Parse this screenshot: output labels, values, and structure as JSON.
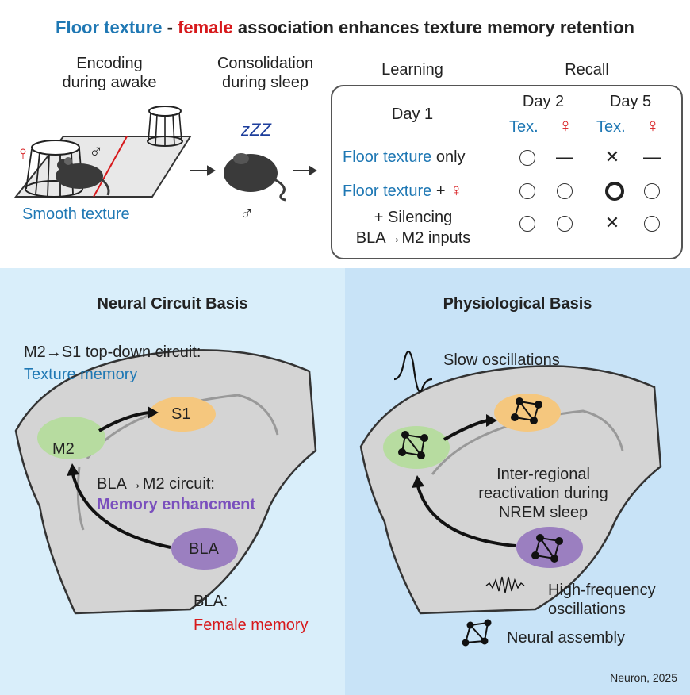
{
  "title": {
    "part1": "Floor texture",
    "sep": " - ",
    "part2": "female",
    "part3": " association enhances texture memory retention"
  },
  "top": {
    "encoding": "Encoding\nduring awake",
    "consolidation": "Consolidation\nduring sleep",
    "female_symbol": "♀",
    "male_symbol": "♂",
    "smooth_texture": "Smooth texture",
    "zzz": "zZZ"
  },
  "table": {
    "learning": "Learning",
    "recall": "Recall",
    "day1": "Day 1",
    "day2": "Day 2",
    "day5": "Day 5",
    "tex": "Tex.",
    "female": "♀",
    "row1": {
      "blue": "Floor texture",
      "rest": " only"
    },
    "row2": {
      "blue": "Floor texture",
      "rest": " + ",
      "red": "♀"
    },
    "row3": {
      "line1": "+ Silencing",
      "line2": "BLA→M2 inputs"
    },
    "marks": [
      [
        "circle",
        "dash",
        "cross",
        "dash"
      ],
      [
        "circle",
        "circle",
        "bold-circle",
        "circle"
      ],
      [
        "circle",
        "circle",
        "cross",
        "circle"
      ]
    ],
    "dash": "—",
    "cross": "✕"
  },
  "left": {
    "title": "Neural Circuit Basis",
    "circuit1": "M2→S1 top-down circuit:",
    "circuit1_sub": "Texture memory",
    "m2": "M2",
    "s1": "S1",
    "circuit2": "BLA→M2 circuit:",
    "circuit2_sub": "Memory enhancment",
    "bla": "BLA",
    "bla_label": "BLA:",
    "bla_sub": "Female memory"
  },
  "right": {
    "title": "Physiological Basis",
    "slow": "Slow oscillations",
    "reactivation": "Inter-regional\nreactivation during\nNREM sleep",
    "hfo": "High-frequency\noscillations",
    "assembly": "Neural assembly"
  },
  "citation": "Neuron, 2025",
  "colors": {
    "blue": "#1f78b4",
    "red": "#d7191c",
    "purple": "#7a4fbd",
    "m2_green": "#b7dca0",
    "s1_orange": "#f5c77e",
    "bla_purple": "#9b7fc0",
    "brain_gray": "#d4d4d4"
  }
}
